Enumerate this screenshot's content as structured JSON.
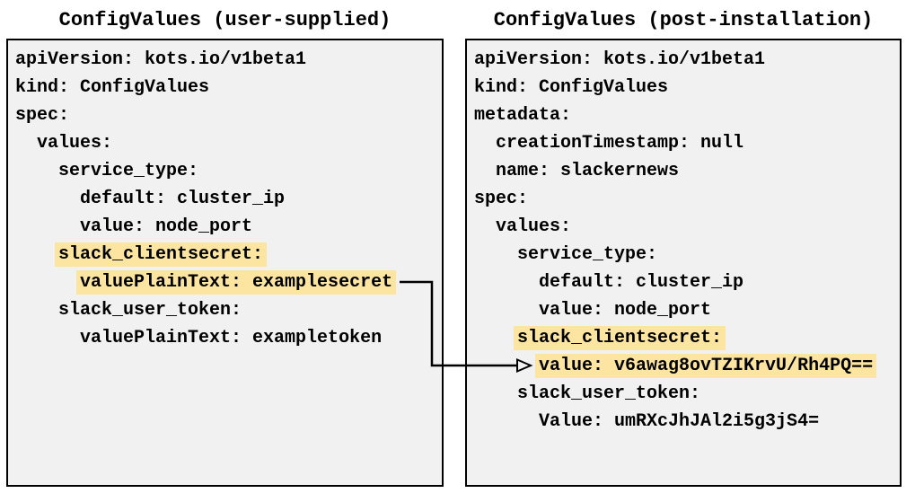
{
  "colors": {
    "highlight": "#fce5a0",
    "panel_background": "#f1f1f1",
    "panel_border": "#000000",
    "text": "#000000",
    "page_background": "#ffffff"
  },
  "left_panel": {
    "title": "ConfigValues (user-supplied)",
    "lines": [
      {
        "indent_spaces": 0,
        "text": "apiVersion: kots.io/v1beta1",
        "highlighted": false
      },
      {
        "indent_spaces": 0,
        "text": "kind: ConfigValues",
        "highlighted": false
      },
      {
        "indent_spaces": 0,
        "text": "spec:",
        "highlighted": false
      },
      {
        "indent_spaces": 2,
        "text": "values:",
        "highlighted": false
      },
      {
        "indent_spaces": 4,
        "text": "service_type:",
        "highlighted": false
      },
      {
        "indent_spaces": 6,
        "text": "default: cluster_ip",
        "highlighted": false
      },
      {
        "indent_spaces": 6,
        "text": "value: node_port",
        "highlighted": false
      },
      {
        "indent_spaces": 4,
        "text": "slack_clientsecret:",
        "highlighted": true
      },
      {
        "indent_spaces": 6,
        "text": "valuePlainText: examplesecret",
        "highlighted": true
      },
      {
        "indent_spaces": 4,
        "text": "slack_user_token:",
        "highlighted": false
      },
      {
        "indent_spaces": 6,
        "text": "valuePlainText: exampletoken",
        "highlighted": false
      }
    ]
  },
  "right_panel": {
    "title": "ConfigValues (post-installation)",
    "lines": [
      {
        "indent_spaces": 0,
        "text": "apiVersion: kots.io/v1beta1",
        "highlighted": false
      },
      {
        "indent_spaces": 0,
        "text": "kind: ConfigValues",
        "highlighted": false
      },
      {
        "indent_spaces": 0,
        "text": "metadata:",
        "highlighted": false
      },
      {
        "indent_spaces": 2,
        "text": "creationTimestamp: null",
        "highlighted": false
      },
      {
        "indent_spaces": 2,
        "text": "name: slackernews",
        "highlighted": false
      },
      {
        "indent_spaces": 0,
        "text": "spec:",
        "highlighted": false
      },
      {
        "indent_spaces": 2,
        "text": "values:",
        "highlighted": false
      },
      {
        "indent_spaces": 4,
        "text": "service_type:",
        "highlighted": false
      },
      {
        "indent_spaces": 6,
        "text": "default: cluster_ip",
        "highlighted": false
      },
      {
        "indent_spaces": 6,
        "text": "value: node_port",
        "highlighted": false
      },
      {
        "indent_spaces": 4,
        "text": "slack_clientsecret:",
        "highlighted": true
      },
      {
        "indent_spaces": 6,
        "text": "value: v6awag8ovTZIKrvU/Rh4PQ==",
        "highlighted": true
      },
      {
        "indent_spaces": 4,
        "text": "slack_user_token:",
        "highlighted": false
      },
      {
        "indent_spaces": 6,
        "text": "Value: umRXcJhJAl2i5g3jS4=",
        "highlighted": false
      }
    ]
  },
  "arrow": {
    "type": "elbow-connector",
    "from": "valuePlainText: examplesecret",
    "to": "value: v6awag8ovTZIKrvU/Rh4PQ=="
  }
}
